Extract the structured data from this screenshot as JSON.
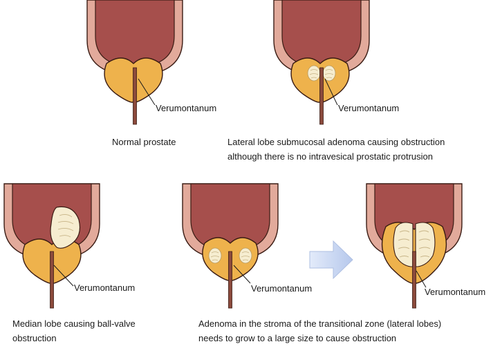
{
  "labels": {
    "verumontanum": "Verumontanum"
  },
  "captions": {
    "normal": "Normal prostate",
    "lateral_line1": "Lateral lobe submucosal adenoma causing obstruction",
    "lateral_line2": "although there is no intravesical prostatic protrusion",
    "median_line1": "Median lobe causing ball-valve",
    "median_line2": "obstruction",
    "stroma_line1": "Adenoma in the stroma of the transitional zone (lateral lobes)",
    "stroma_line2": "needs to grow to a large size to cause obstruction"
  },
  "colors": {
    "bladder_wall": "#e2aa9b",
    "bladder_lumen": "#a64f4c",
    "prostate": "#eeb24c",
    "adenoma": "#f6edd0",
    "urethra": "#8b4a3c",
    "arrow": "#cbd8f0",
    "outline": "#3a1c14"
  }
}
